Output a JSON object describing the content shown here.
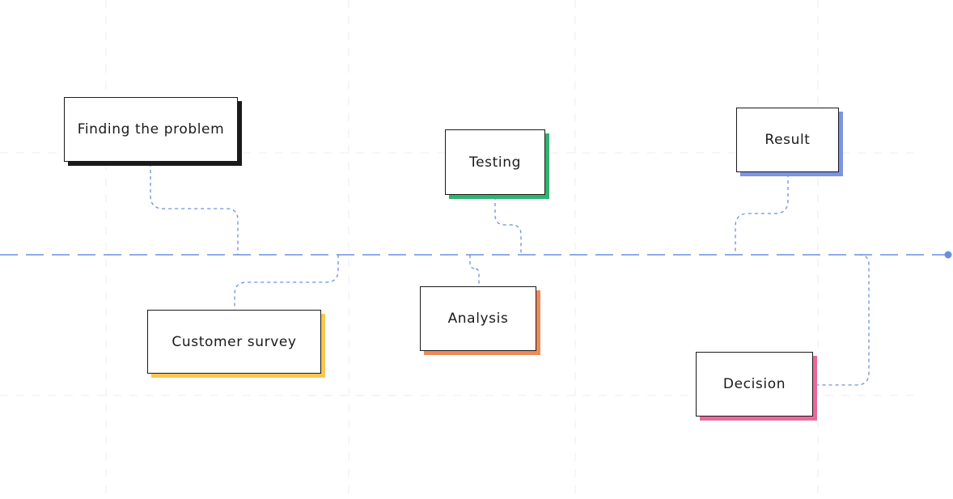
{
  "colors": {
    "timeline": "#6b8fe0",
    "grid": "#ececec",
    "border": "#1a1a1a"
  },
  "nodes": [
    {
      "id": "finding",
      "label": "Finding the problem",
      "shadow_color": "#1a1a1a"
    },
    {
      "id": "survey",
      "label": "Customer survey",
      "shadow_color": "#f6c850"
    },
    {
      "id": "testing",
      "label": "Testing",
      "shadow_color": "#2fb36f"
    },
    {
      "id": "analysis",
      "label": "Analysis",
      "shadow_color": "#ee8a5a"
    },
    {
      "id": "result",
      "label": "Result",
      "shadow_color": "#7b95e3"
    },
    {
      "id": "decision",
      "label": "Decision",
      "shadow_color": "#e8699a"
    }
  ]
}
